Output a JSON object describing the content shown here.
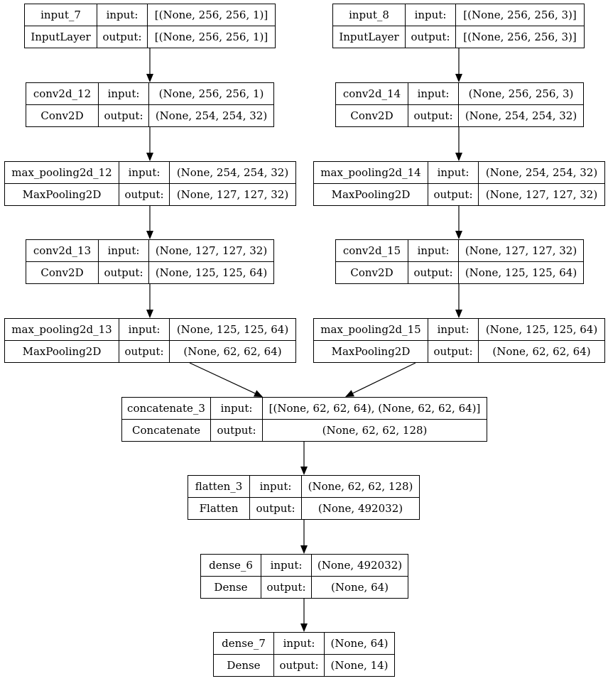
{
  "io_labels": {
    "input": "input:",
    "output": "output:"
  },
  "layers": [
    {
      "id": "input_7",
      "name": "input_7",
      "type": "InputLayer",
      "input": "[(None, 256, 256, 1)]",
      "output": "[(None, 256, 256, 1)]"
    },
    {
      "id": "input_8",
      "name": "input_8",
      "type": "InputLayer",
      "input": "[(None, 256, 256, 3)]",
      "output": "[(None, 256, 256, 3)]"
    },
    {
      "id": "conv2d_12",
      "name": "conv2d_12",
      "type": "Conv2D",
      "input": "(None, 256, 256, 1)",
      "output": "(None, 254, 254, 32)"
    },
    {
      "id": "conv2d_14",
      "name": "conv2d_14",
      "type": "Conv2D",
      "input": "(None, 256, 256, 3)",
      "output": "(None, 254, 254, 32)"
    },
    {
      "id": "max_pooling2d_12",
      "name": "max_pooling2d_12",
      "type": "MaxPooling2D",
      "input": "(None, 254, 254, 32)",
      "output": "(None, 127, 127, 32)"
    },
    {
      "id": "max_pooling2d_14",
      "name": "max_pooling2d_14",
      "type": "MaxPooling2D",
      "input": "(None, 254, 254, 32)",
      "output": "(None, 127, 127, 32)"
    },
    {
      "id": "conv2d_13",
      "name": "conv2d_13",
      "type": "Conv2D",
      "input": "(None, 127, 127, 32)",
      "output": "(None, 125, 125, 64)"
    },
    {
      "id": "conv2d_15",
      "name": "conv2d_15",
      "type": "Conv2D",
      "input": "(None, 127, 127, 32)",
      "output": "(None, 125, 125, 64)"
    },
    {
      "id": "max_pooling2d_13",
      "name": "max_pooling2d_13",
      "type": "MaxPooling2D",
      "input": "(None, 125, 125, 64)",
      "output": "(None, 62, 62, 64)"
    },
    {
      "id": "max_pooling2d_15",
      "name": "max_pooling2d_15",
      "type": "MaxPooling2D",
      "input": "(None, 125, 125, 64)",
      "output": "(None, 62, 62, 64)"
    },
    {
      "id": "concatenate_3",
      "name": "concatenate_3",
      "type": "Concatenate",
      "input": "[(None, 62, 62, 64), (None, 62, 62, 64)]",
      "output": "(None, 62, 62, 128)"
    },
    {
      "id": "flatten_3",
      "name": "flatten_3",
      "type": "Flatten",
      "input": "(None, 62, 62, 128)",
      "output": "(None, 492032)"
    },
    {
      "id": "dense_6",
      "name": "dense_6",
      "type": "Dense",
      "input": "(None, 492032)",
      "output": "(None, 64)"
    },
    {
      "id": "dense_7",
      "name": "dense_7",
      "type": "Dense",
      "input": "(None, 64)",
      "output": "(None, 14)"
    }
  ],
  "edges": [
    {
      "from": "input_7",
      "to": "conv2d_12"
    },
    {
      "from": "conv2d_12",
      "to": "max_pooling2d_12"
    },
    {
      "from": "max_pooling2d_12",
      "to": "conv2d_13"
    },
    {
      "from": "conv2d_13",
      "to": "max_pooling2d_13"
    },
    {
      "from": "input_8",
      "to": "conv2d_14"
    },
    {
      "from": "conv2d_14",
      "to": "max_pooling2d_14"
    },
    {
      "from": "max_pooling2d_14",
      "to": "conv2d_15"
    },
    {
      "from": "conv2d_15",
      "to": "max_pooling2d_15"
    },
    {
      "from": "max_pooling2d_13",
      "to": "concatenate_3"
    },
    {
      "from": "max_pooling2d_15",
      "to": "concatenate_3"
    },
    {
      "from": "concatenate_3",
      "to": "flatten_3"
    },
    {
      "from": "flatten_3",
      "to": "dense_6"
    },
    {
      "from": "dense_6",
      "to": "dense_7"
    }
  ]
}
